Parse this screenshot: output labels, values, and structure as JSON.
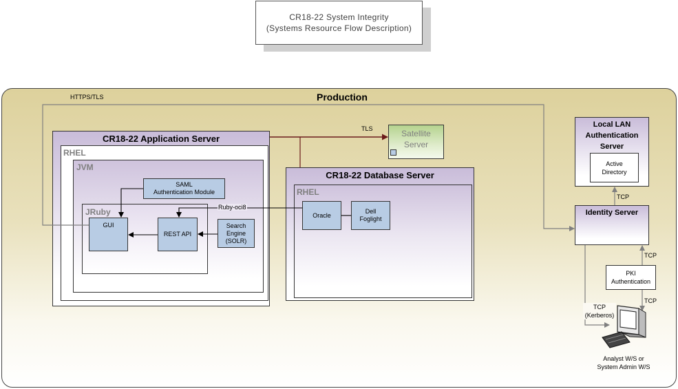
{
  "title": {
    "line1": "CR18-22  System Integrity",
    "line2": "(Systems Resource Flow Description)"
  },
  "production": {
    "label": "Production"
  },
  "app_server": {
    "label": "CR18-22 Application Server",
    "rhel": "RHEL",
    "jvm": "JVM",
    "jruby": "JRuby",
    "gui": "GUI",
    "saml_line1": "SAML",
    "saml_line2": "Authentication Module",
    "rest_api": "REST API",
    "search_line1": "Search",
    "search_line2": "Engine",
    "search_line3": "(SOLR)"
  },
  "db_server": {
    "label": "CR18-22 Database Server",
    "rhel": "RHEL",
    "oracle": "Oracle",
    "dell_line1": "Dell",
    "dell_line2": "Foglight"
  },
  "satellite": {
    "line1": "Satellite",
    "line2": "Server"
  },
  "local_lan": {
    "line1": "Local LAN",
    "line2": "Authentication",
    "line3": "Server",
    "ad_line1": "Active",
    "ad_line2": "Directory"
  },
  "identity_server": {
    "label": "Identity Server"
  },
  "pki": {
    "line1": "PKI",
    "line2": "Authentication"
  },
  "workstation": {
    "line1": "Analyst W/S or",
    "line2": "System Admin W/S"
  },
  "edge_labels": {
    "https": "HTTPS/TLS",
    "tls": "TLS",
    "ruby_oci8": "Ruby-oci8",
    "tcp_top": "TCP",
    "tcp_pki_identity": "TCP",
    "tcp_pki_ws": "TCP",
    "tcp_kerberos_line1": "TCP",
    "tcp_kerberos_line2": "(Kerberos)"
  },
  "colors": {
    "production_fill": "#ddd19c",
    "server_fill": "#c9bcd9",
    "component_fill": "#b8cce4",
    "satellite_fill": "#c4dca0",
    "tls_arrow": "#6b1a1a",
    "connector": "#7f7f7f"
  }
}
